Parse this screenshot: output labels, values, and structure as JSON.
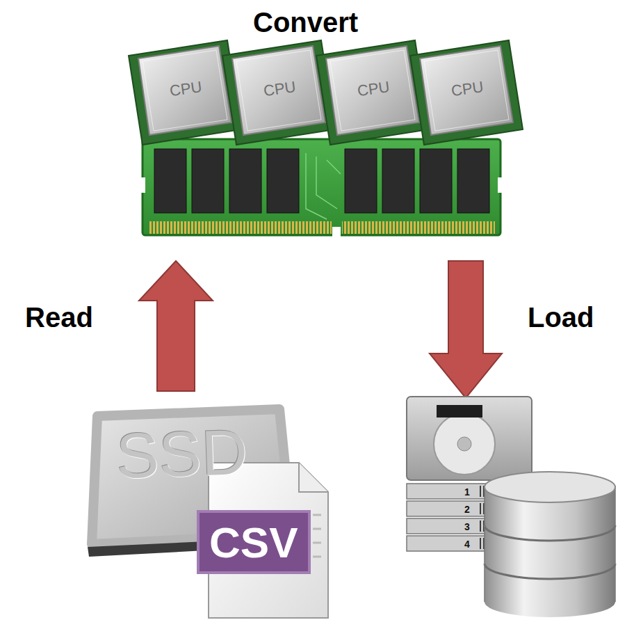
{
  "diagram": {
    "labels": [
      "Convert",
      "Read",
      "Load",
      "CPU",
      "CPU",
      "CPU",
      "CPU",
      "SSD",
      "CSV",
      "1",
      "2",
      "3",
      "4"
    ]
  }
}
